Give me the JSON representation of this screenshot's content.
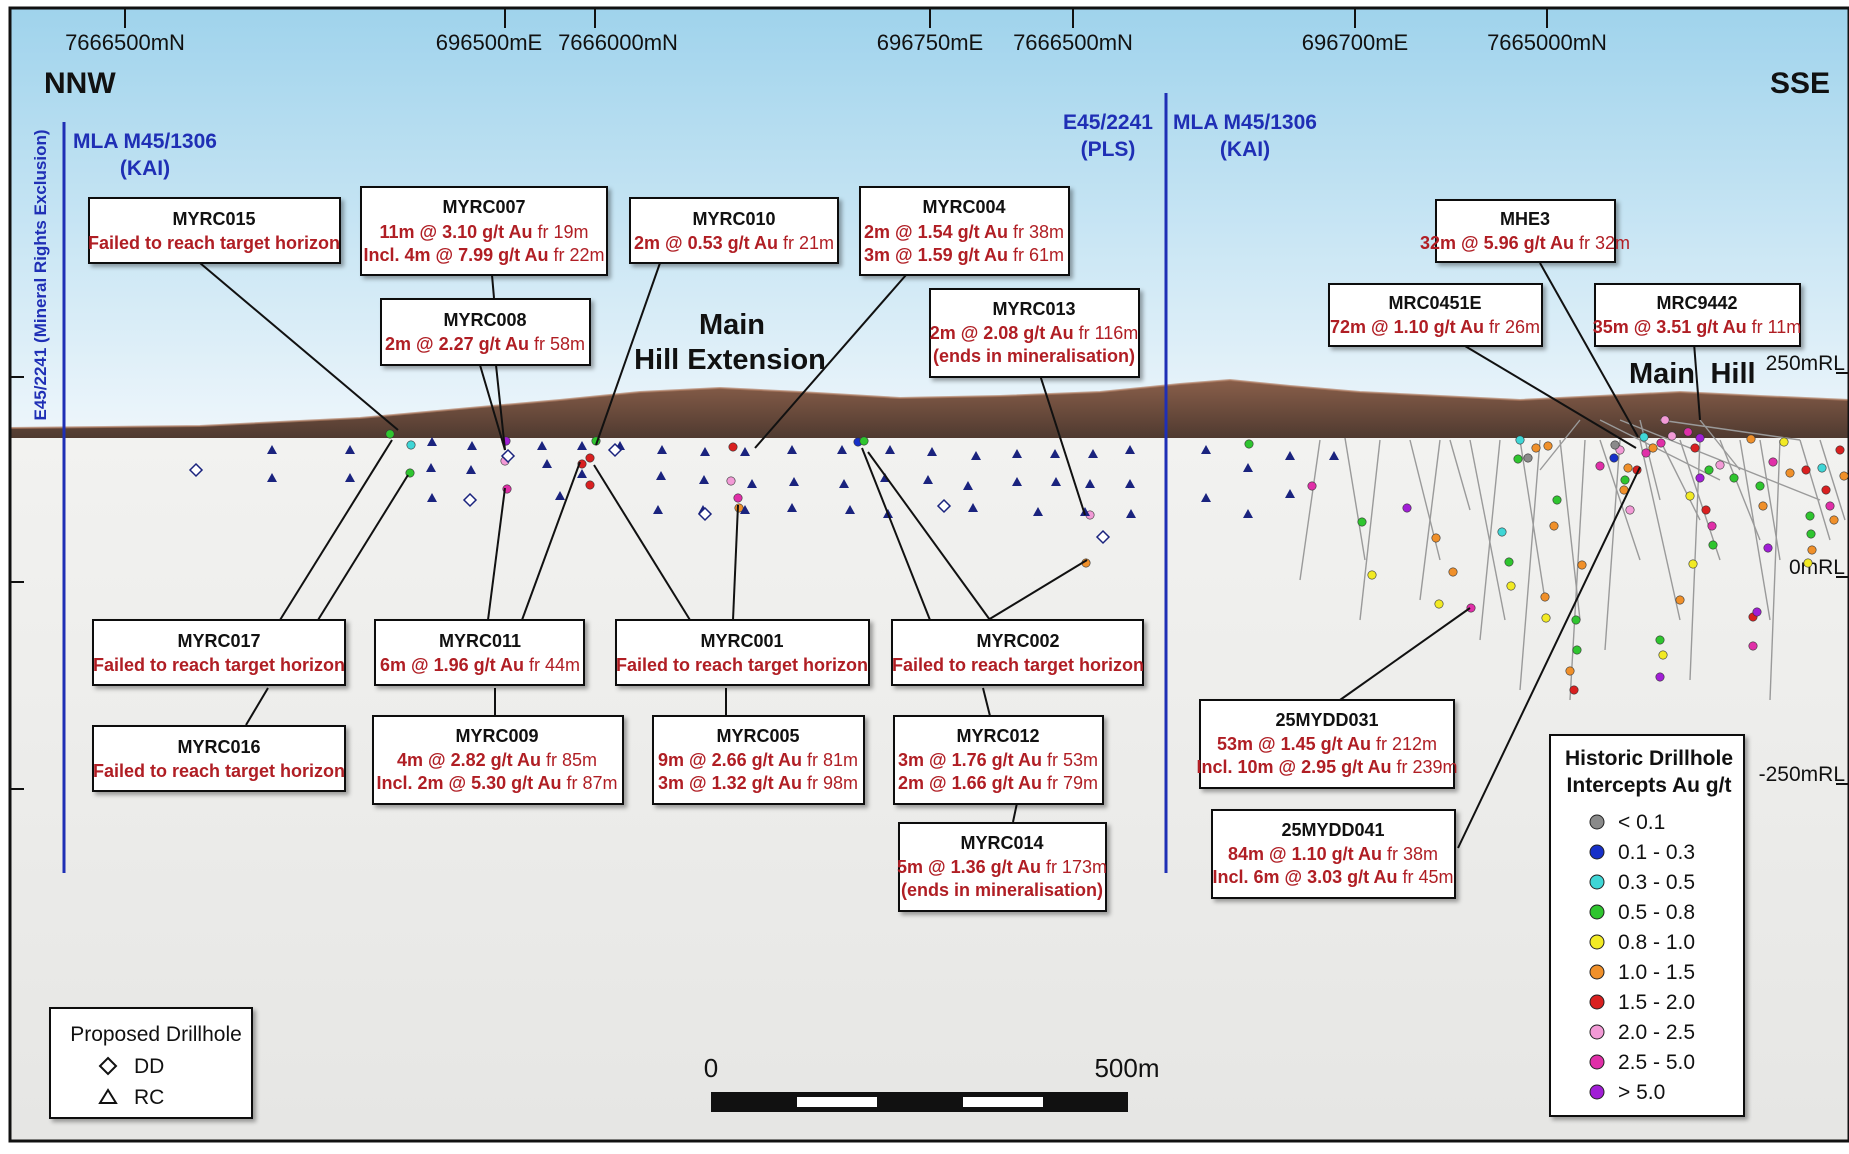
{
  "orientation": {
    "left": "NNW",
    "right": "SSE"
  },
  "top_coordinates": [
    "7666500mN",
    "696500mE",
    "7666000mN",
    "696750mE",
    "7666500mN",
    "696700mE",
    "7665000mN"
  ],
  "rl_labels": [
    "250mRL",
    "0mRL",
    "-250mRL"
  ],
  "side_label": "E45/2241 (Mineral Rights Exclusion)",
  "tenements": {
    "left_line1": "MLA M45/1306",
    "left_line2": "(KAI)",
    "mid_line1": "E45/2241",
    "mid_line2": "(PLS)",
    "right_line1": "MLA M45/1306",
    "right_line2": "(KAI)"
  },
  "area_labels": {
    "extension_line1": "Main",
    "extension_line2": "Hill Extension",
    "main_hill_1": "Main",
    "main_hill_2": "Hill"
  },
  "callouts": {
    "myrc015": {
      "title": "MYRC015",
      "l1": "Failed to reach target horizon"
    },
    "myrc007": {
      "title": "MYRC007",
      "l1a": "11m @ 3.10 g/t Au",
      "l1b": " fr 19m",
      "l2a": "Incl. 4m @ 7.99 g/t Au",
      "l2b": " fr 22m"
    },
    "myrc008": {
      "title": "MYRC008",
      "l1a": "2m @ 2.27 g/t Au",
      "l1b": " fr 58m"
    },
    "myrc010": {
      "title": "MYRC010",
      "l1a": "2m @ 0.53 g/t Au",
      "l1b": " fr 21m"
    },
    "myrc004": {
      "title": "MYRC004",
      "l1a": "2m @ 1.54 g/t Au",
      "l1b": " fr 38m",
      "l2a": "3m @ 1.59 g/t Au",
      "l2b": " fr 61m"
    },
    "myrc013": {
      "title": "MYRC013",
      "l1a": "2m @ 2.08 g/t Au",
      "l1b": " fr 116m",
      "l2": "(ends in mineralisation)"
    },
    "mhe3": {
      "title": "MHE3",
      "l1a": "32m @ 5.96 g/t Au",
      "l1b": " fr 32m"
    },
    "mrc0451e": {
      "title": "MRC0451E",
      "l1a": "72m @ 1.10 g/t Au",
      "l1b": " fr 26m"
    },
    "mrc9442": {
      "title": "MRC9442",
      "l1a": "35m @ 3.51 g/t Au",
      "l1b": " fr 11m"
    },
    "myrc017": {
      "title": "MYRC017",
      "l1": "Failed to reach target horizon"
    },
    "myrc011": {
      "title": "MYRC011",
      "l1a": "6m @ 1.96 g/t Au",
      "l1b": " fr 44m"
    },
    "myrc001": {
      "title": "MYRC001",
      "l1": "Failed to reach target horizon"
    },
    "myrc002": {
      "title": "MYRC002",
      "l1": "Failed to reach target horizon"
    },
    "myrc016": {
      "title": "MYRC016",
      "l1": "Failed to reach target horizon"
    },
    "myrc009": {
      "title": "MYRC009",
      "l1a": "4m @ 2.82 g/t Au",
      "l1b": " fr 85m",
      "l2a": "Incl. 2m @ 5.30 g/t Au",
      "l2b": " fr 87m"
    },
    "myrc005": {
      "title": "MYRC005",
      "l1a": "9m @ 2.66 g/t Au",
      "l1b": " fr 81m",
      "l2a": "3m @ 1.32 g/t Au",
      "l2b": " fr 98m"
    },
    "myrc012": {
      "title": "MYRC012",
      "l1a": "3m @ 1.76 g/t Au",
      "l1b": " fr 53m",
      "l2a": "2m @ 1.66 g/t Au",
      "l2b": " fr 79m"
    },
    "myrc014": {
      "title": "MYRC014",
      "l1a": "5m @ 1.36 g/t Au",
      "l1b": " fr 173m",
      "l2": "(ends in mineralisation)"
    },
    "dd031": {
      "title": "25MYDD031",
      "l1a": "53m @ 1.45 g/t Au",
      "l1b": " fr 212m",
      "l2a": "Incl. 10m @ 2.95 g/t Au",
      "l2b": " fr 239m"
    },
    "dd041": {
      "title": "25MYDD041",
      "l1a": "84m @ 1.10 g/t Au",
      "l1b": " fr 38m",
      "l2a": "Incl. 6m @ 3.03 g/t Au",
      "l2b": " fr 45m"
    }
  },
  "legend": {
    "title_line1": "Historic Drillhole",
    "title_line2": "Intercepts Au g/t",
    "items": [
      {
        "label": "< 0.1",
        "color": "#8a8a8a"
      },
      {
        "label": "0.1 - 0.3",
        "color": "#1730c9"
      },
      {
        "label": "0.3 - 0.5",
        "color": "#3fd6d6"
      },
      {
        "label": "0.5 - 0.8",
        "color": "#2fc52f"
      },
      {
        "label": "0.8 - 1.0",
        "color": "#f2ea24"
      },
      {
        "label": "1.0 - 1.5",
        "color": "#f0902a"
      },
      {
        "label": "1.5 - 2.0",
        "color": "#d92020"
      },
      {
        "label": "2.0 - 2.5",
        "color": "#f29ad6"
      },
      {
        "label": "2.5 - 5.0",
        "color": "#e02fa8"
      },
      {
        "label": "> 5.0",
        "color": "#a11ed6"
      }
    ]
  },
  "proposed": {
    "title": "Proposed Drillhole",
    "dd": "DD",
    "rc": "RC"
  },
  "scale": {
    "start": "0",
    "end": "500m"
  },
  "colors": {
    "tenement_blue": "#1f2fb5",
    "intercept_red": "#b01e24",
    "sky_top": "#9cd0ea",
    "terrain": "#6b4a3c"
  }
}
